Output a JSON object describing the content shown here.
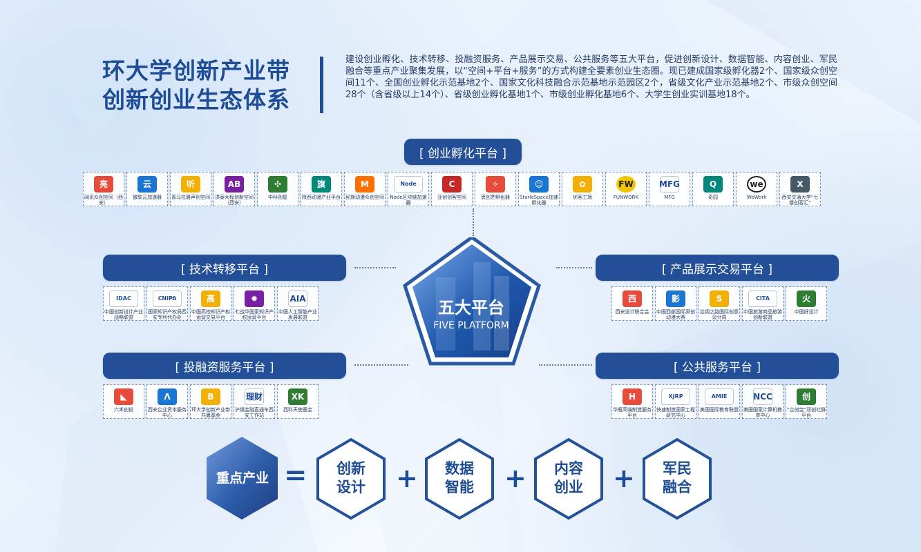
{
  "title": {
    "line1": "环大学创新产业带",
    "line2": "创新创业生态体系"
  },
  "intro": "建设创业孵化、技术转移、投融资服务、产品展示交易、公共服务等五大平台，促进创新设计、数据智能、内容创业、军民融合等重点产业聚集发展，以“空间+平台+服务”的方式构建全要素创业生态圈。现已建成国家级孵化器2个、国家级众创空间11个、全国创业孵化示范基地2个、国家文化科技融合示范基地示范园区2个，省级文化产业示范基地2个、市级众创空间28个（含省级以上14个）、省级创业孵化基地1个、市级创业孵化基地6个、大学生创业实训基地18个。",
  "center": {
    "title_cn": "五大平台",
    "title_en": "FIVE PLATFORM"
  },
  "platforms": {
    "incubation": {
      "title": "[ 创业孵化平台 ]",
      "logos": [
        {
          "icon": "亮",
          "name": "阔讯众创空间（西安）"
        },
        {
          "icon": "云",
          "name": "微软云加速器"
        },
        {
          "icon": "听",
          "name": "喜马拉雅声创空间"
        },
        {
          "icon": "AB",
          "name": "洪泰大程创新空间（西安）"
        },
        {
          "icon": "✣",
          "name": "中科创星"
        },
        {
          "icon": "旗",
          "name": "陕西动漫产业平台"
        },
        {
          "icon": "M",
          "name": "民族动漫众创空间"
        },
        {
          "icon": "Node",
          "name": "Node区块链加速器"
        },
        {
          "icon": "C",
          "name": "亚创创客空间"
        },
        {
          "icon": "✧",
          "name": "思创艺孵化器"
        },
        {
          "icon": "☺",
          "name": "StarlaSpace加速孵化器"
        },
        {
          "icon": "✿",
          "name": "优客工场"
        },
        {
          "icon": "FW",
          "name": "FUNWORK"
        },
        {
          "icon": "MFG",
          "name": "MFG"
        },
        {
          "icon": "Q",
          "name": "奇园"
        },
        {
          "icon": "we",
          "name": "WeWork"
        },
        {
          "icon": "X",
          "name": "西安交通大学“七楼创客汇”"
        }
      ]
    },
    "tech_transfer": {
      "title": "[ 技术转移平台 ]",
      "logos": [
        {
          "icon": "IDAC",
          "name": "中国创新设计产业战略联盟"
        },
        {
          "icon": "CNIPA",
          "name": "国家知识产权局西安专利代办处"
        },
        {
          "icon": "高",
          "name": "中国高校知识产权运营交易平台"
        },
        {
          "icon": "✹",
          "name": "七战华国家知识产权运营平台"
        },
        {
          "icon": "AIA",
          "name": "中国人工智能产业发展联盟"
        }
      ]
    },
    "finance": {
      "title": "[ 投融资服务平台 ]",
      "logos": [
        {
          "icon": "◣",
          "name": "六禾创投"
        },
        {
          "icon": "Λ",
          "name": "西安企业资本服务中心"
        },
        {
          "icon": "B",
          "name": "环大学创新产业带共赢基金"
        },
        {
          "icon": "理财",
          "name": "沪镇金融直通车西安工作站"
        },
        {
          "icon": "XK",
          "name": "西科天使基金"
        }
      ]
    },
    "trade": {
      "title": "[ 产品展示交易平台 ]",
      "logos": [
        {
          "icon": "西",
          "name": "西安设计联合会"
        },
        {
          "icon": "影",
          "name": "中国西部国际原创动漫大赛"
        },
        {
          "icon": "S",
          "name": "丝绸之路国际创意设计周"
        },
        {
          "icon": "CITA",
          "name": "中国旅游商品旅游创新联盟"
        },
        {
          "icon": "火",
          "name": "中国好设计"
        }
      ]
    },
    "public": {
      "title": "[ 公共服务平台 ]",
      "logos": [
        {
          "icon": "H",
          "name": "华瓶高端制造服务平台"
        },
        {
          "icon": "XJRP",
          "name": "快速制造国家工程研究中心"
        },
        {
          "icon": "AMIE",
          "name": "美国国际教育联盟"
        },
        {
          "icon": "NCC",
          "name": "美国国家计算机教育中心"
        },
        {
          "icon": "创",
          "name": "“企创宝”双创社群平台"
        }
      ]
    }
  },
  "key_industry": {
    "label": "重点产业",
    "equals": "=",
    "plus": "+",
    "items": [
      {
        "line1": "创新",
        "line2": "设计"
      },
      {
        "line1": "数据",
        "line2": "智能"
      },
      {
        "line1": "内容",
        "line2": "创业"
      },
      {
        "line1": "军民",
        "line2": "融合"
      }
    ]
  },
  "colors": {
    "primary": "#234f98",
    "dark": "#1f3f86",
    "accent": "#4f7ed3",
    "line": "#6b7890"
  }
}
